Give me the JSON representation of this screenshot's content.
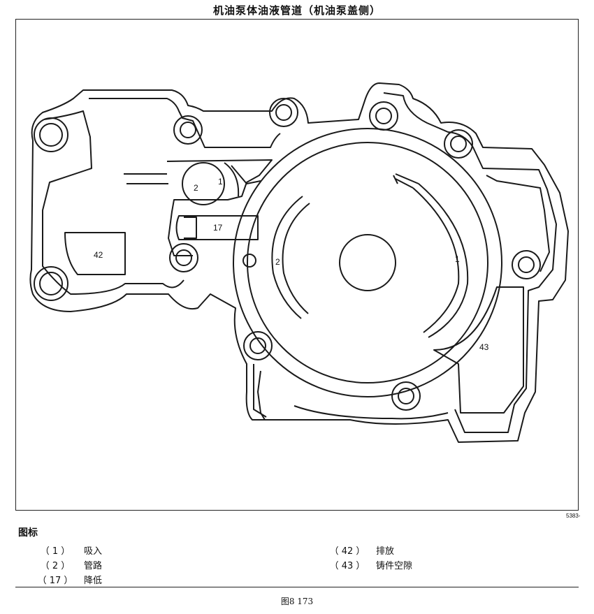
{
  "title": "机油泵体油液管道（机油泵盖侧）",
  "diagram": {
    "labels": {
      "suction_inner": "1",
      "suction_arc": "1",
      "pipe_inner": "2",
      "pipe_arc": "2",
      "reduce": "17",
      "discharge": "42",
      "cavity": "43"
    },
    "code": "5383-"
  },
  "legend": {
    "heading": "图标",
    "items": [
      {
        "num": "（ 1 ）",
        "text": "吸入"
      },
      {
        "num": "（ 2 ）",
        "text": "管路"
      },
      {
        "num": "（ 17 ）",
        "text": "降低"
      },
      {
        "num": "（ 42 ）",
        "text": "排放"
      },
      {
        "num": "（ 43 ）",
        "text": "铸件空隙"
      }
    ]
  },
  "figure_caption": "图8  173"
}
